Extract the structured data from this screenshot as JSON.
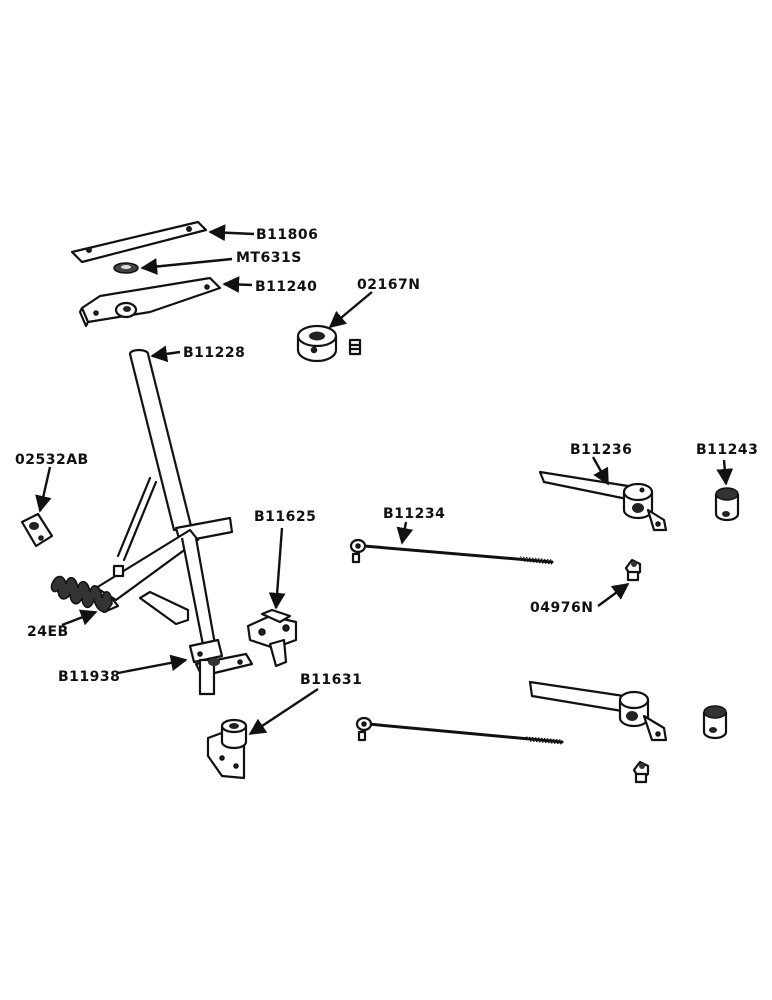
{
  "labels": {
    "b11806": "B11806",
    "mt631s": "MT631S",
    "b11240": "B11240",
    "p02167n": "02167N",
    "b11228": "B11228",
    "p02532ab": "02532AB",
    "b11625": "B11625",
    "b11234": "B11234",
    "b11236": "B11236",
    "b11243": "B11243",
    "p04976n": "04976N",
    "p24eb": "24EB",
    "b11938": "B11938",
    "b11631": "B11631"
  }
}
